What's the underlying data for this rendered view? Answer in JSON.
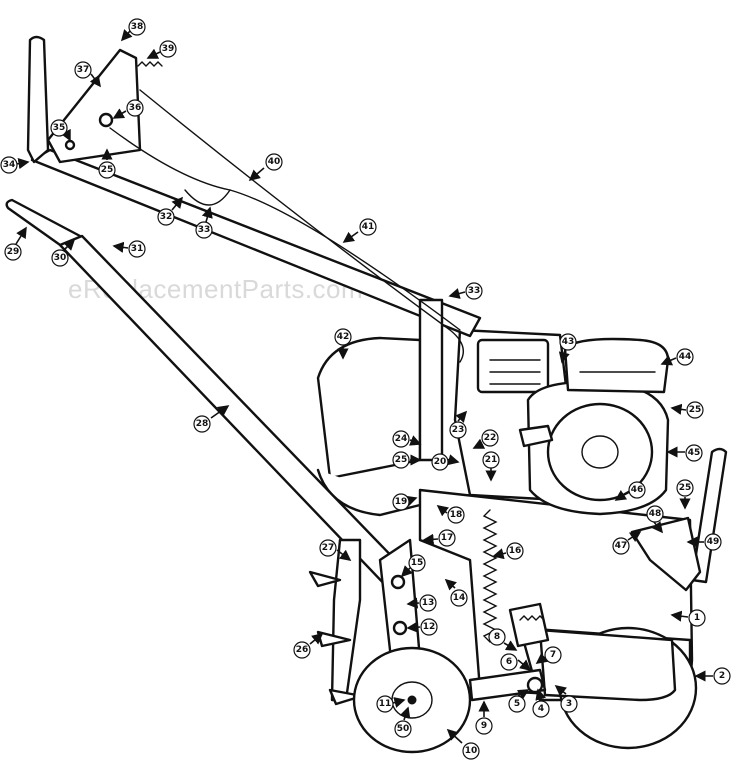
{
  "watermark": "eReplacementParts.com",
  "part_numbers": [
    "1",
    "2",
    "3",
    "4",
    "5",
    "6",
    "7",
    "8",
    "9",
    "10",
    "11",
    "12",
    "13",
    "14",
    "15",
    "16",
    "17",
    "18",
    "19",
    "20",
    "21",
    "22",
    "23",
    "24",
    "25",
    "25",
    "25",
    "25",
    "25",
    "26",
    "27",
    "28",
    "29",
    "30",
    "31",
    "32",
    "33",
    "33",
    "34",
    "35",
    "36",
    "37",
    "38",
    "39",
    "40",
    "41",
    "42",
    "43",
    "44",
    "45",
    "46",
    "47",
    "48",
    "49",
    "50"
  ]
}
